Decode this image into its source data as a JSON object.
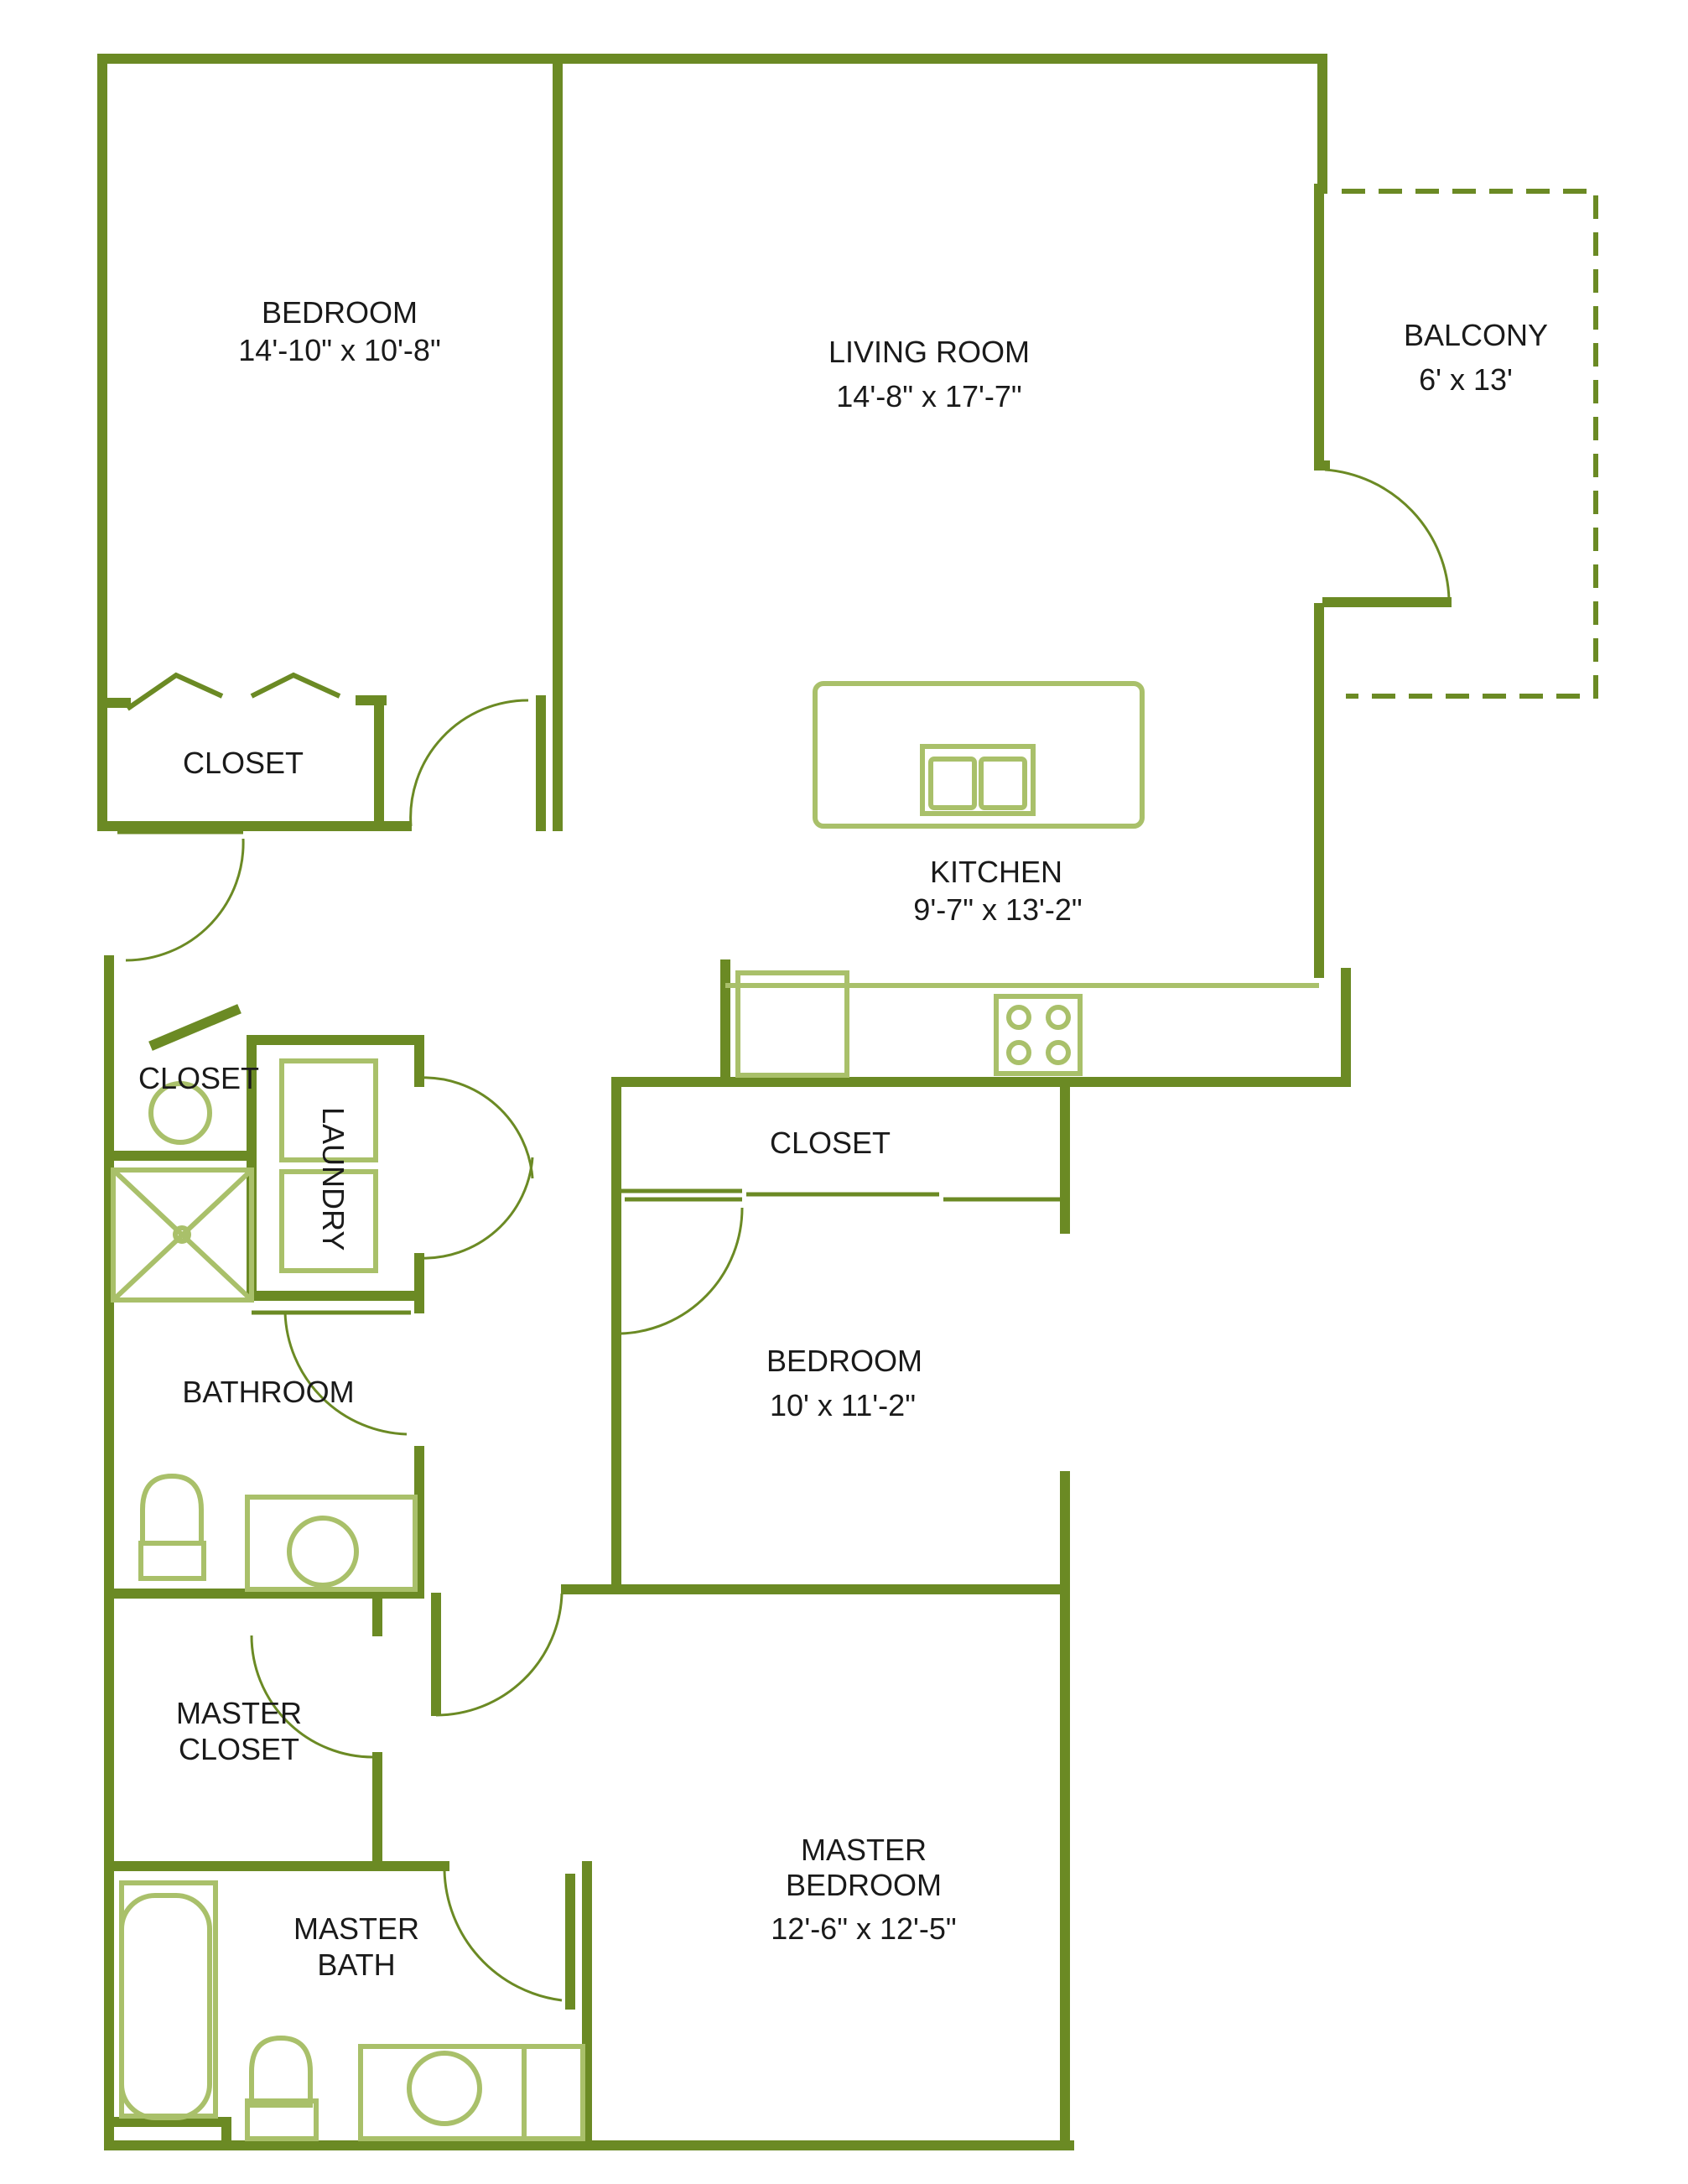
{
  "colors": {
    "wall": "#6b8a24",
    "fixture": "#a9c06a",
    "label": "#1a1a1a",
    "background": "#ffffff"
  },
  "rooms": {
    "bedroom1": {
      "name": "BEDROOM",
      "size": "14'-10\" x 10'-8\""
    },
    "bedroom1_closet": {
      "name": "CLOSET"
    },
    "living_room": {
      "name": "LIVING ROOM",
      "size": "14'-8\" x 17'-7\""
    },
    "balcony": {
      "name": "BALCONY",
      "size": "6' x 13'"
    },
    "kitchen": {
      "name": "KITCHEN",
      "size": "9'-7\" x 13'-2\""
    },
    "hall_closet": {
      "name": "CLOSET"
    },
    "laundry": {
      "name": "LAUNDRY"
    },
    "bedroom2_closet": {
      "name": "CLOSET"
    },
    "bedroom2": {
      "name": "BEDROOM",
      "size": "10' x 11'-2\""
    },
    "bathroom": {
      "name": "BATHROOM"
    },
    "master_closet": {
      "name": "MASTER",
      "name2": "CLOSET"
    },
    "master_bath": {
      "name": "MASTER",
      "name2": "BATH"
    },
    "master_bedroom": {
      "name": "MASTER",
      "name2": "BEDROOM",
      "size": "12'-6\" x 12'-5\""
    }
  }
}
